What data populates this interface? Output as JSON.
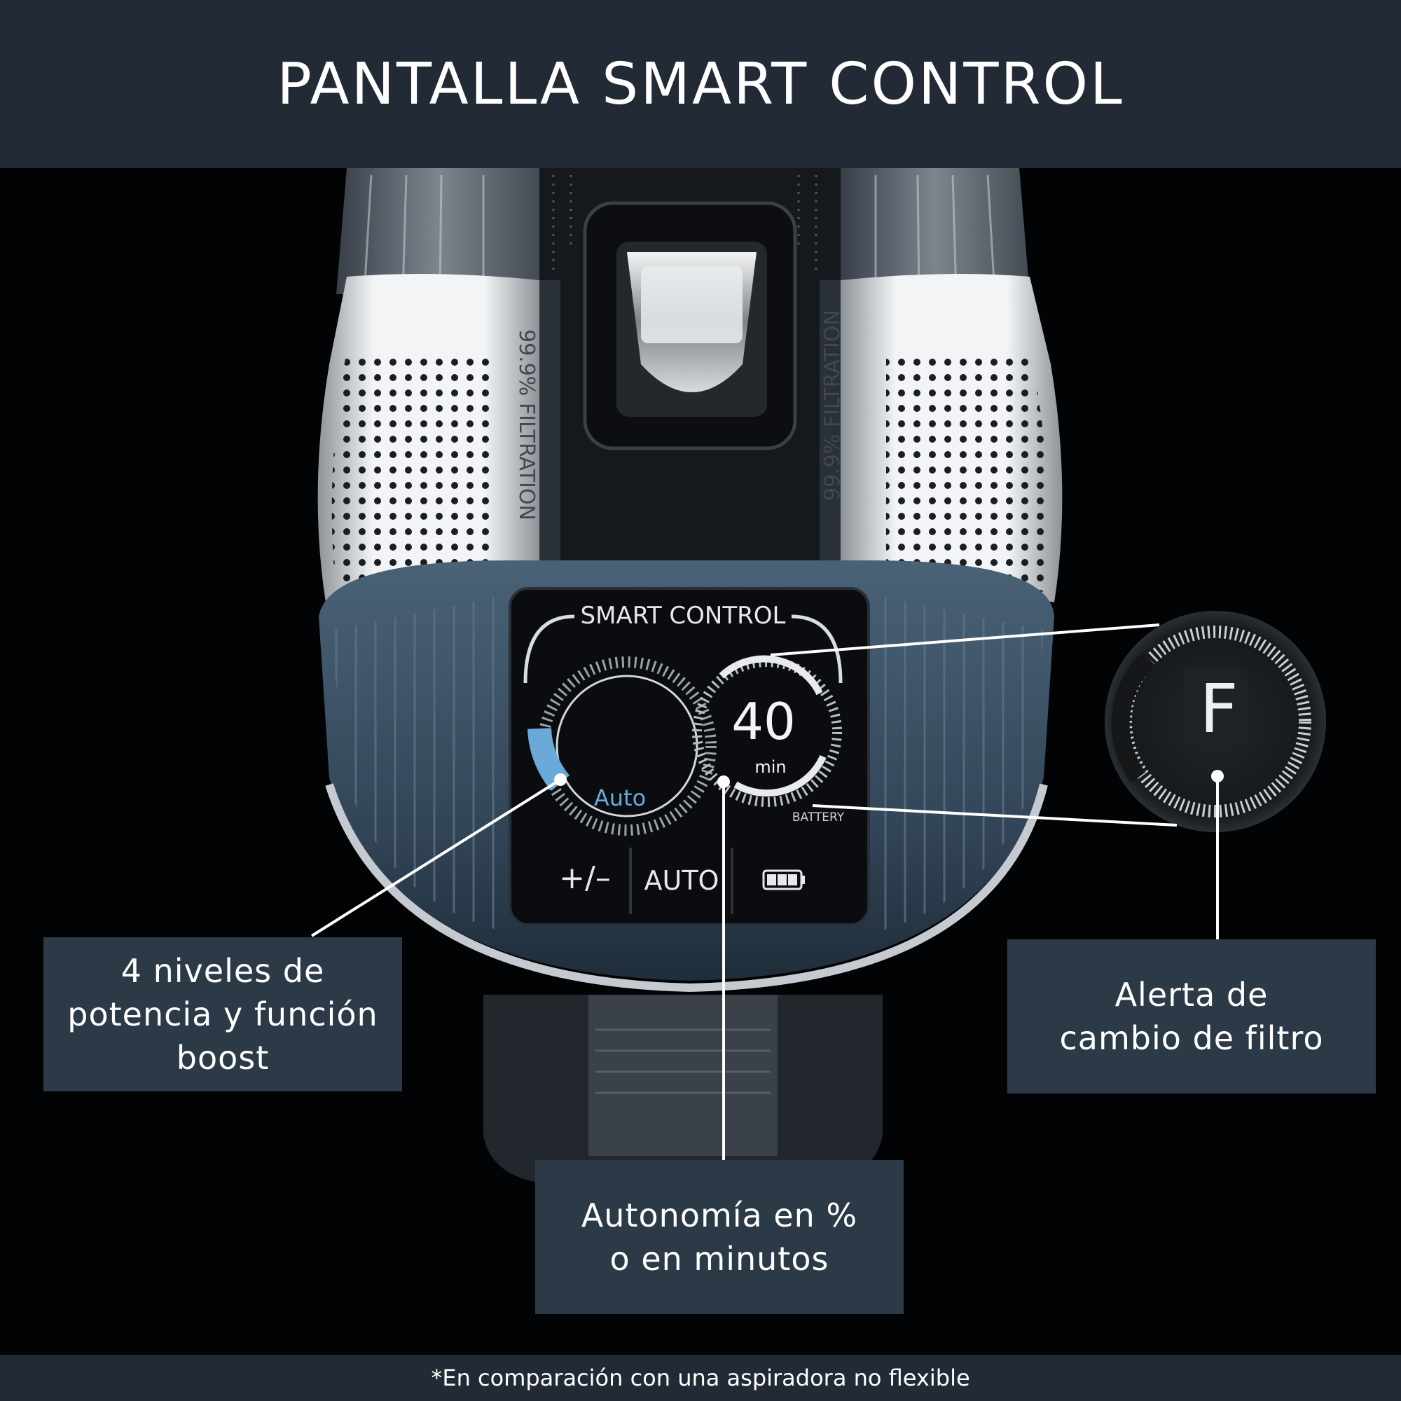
{
  "header": {
    "title": "PANTALLA SMART CONTROL"
  },
  "footer": {
    "note": "*En comparación con una aspiradora no flexible"
  },
  "device": {
    "side_label_left": "99.9% FILTRATION",
    "side_label_right": "99.9% FILTRATION",
    "panel_title": "SMART CONTROL",
    "mode_label": "Auto",
    "time_value": "40",
    "time_unit": "min",
    "battery_label": "BATTERY",
    "buttons": {
      "power": "+/–",
      "auto": "AUTO"
    }
  },
  "zoom": {
    "filter_letter": "F"
  },
  "callouts": {
    "power": [
      "4 niveles de",
      "potencia y función",
      "boost"
    ],
    "autonomy": [
      "Autonomía en %",
      "o en minutos"
    ],
    "filter": [
      "Alerta de",
      "cambio de filtro"
    ]
  },
  "colors": {
    "banner": "#222a35",
    "callout": "#2c3946",
    "accent_blue": "#6aaad8",
    "body_blue": "#3d5163"
  },
  "icons": {
    "battery": "battery-icon",
    "filter_zoom": "filter-alert-zoom-icon"
  }
}
